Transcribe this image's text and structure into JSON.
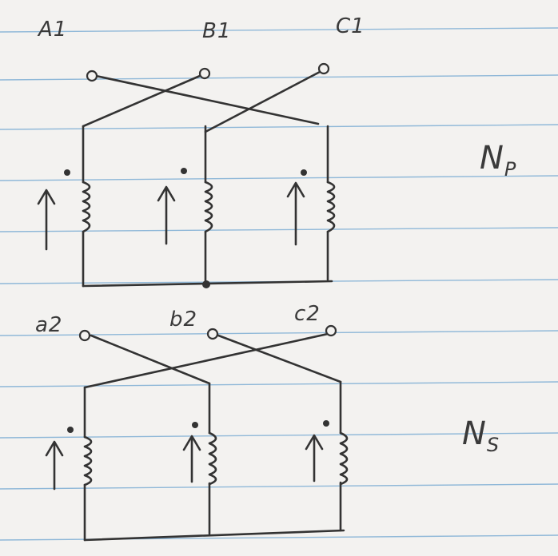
{
  "primary": {
    "terminals": [
      "A1",
      "B1",
      "C1"
    ],
    "winding_label": "N",
    "winding_subscript": "P"
  },
  "secondary": {
    "terminals": [
      "a2",
      "b2",
      "c2"
    ],
    "winding_label": "N",
    "winding_subscript": "S"
  },
  "colors": {
    "paper": "#f3f2f0",
    "rule_line": "#8fb8d8",
    "ink": "#333333"
  }
}
